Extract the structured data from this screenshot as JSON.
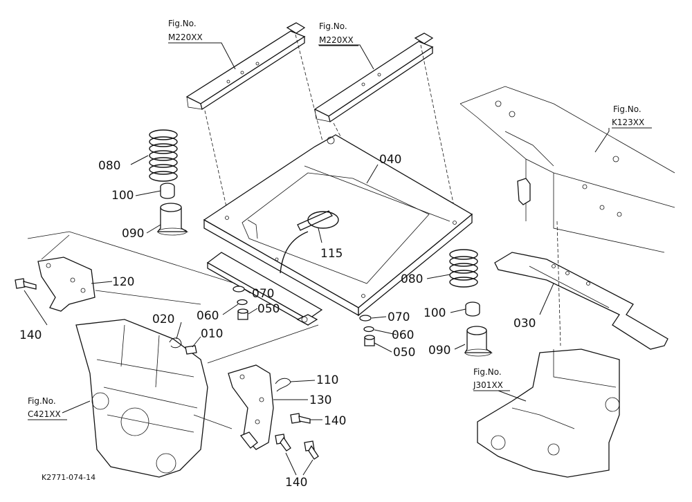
{
  "figure_refs": [
    {
      "label": "Fig.No.",
      "code": "M220XX"
    },
    {
      "label": "Fig.No.",
      "code": "M220XX"
    },
    {
      "label": "Fig.No.",
      "code": "K123XX"
    },
    {
      "label": "Fig.No.",
      "code": "C421XX"
    },
    {
      "label": "Fig.No.",
      "code": "J301XX"
    }
  ],
  "parts": [
    "080",
    "100",
    "090",
    "040",
    "115",
    "120",
    "140",
    "070",
    "060",
    "050",
    "020",
    "010",
    "070",
    "060",
    "050",
    "080",
    "100",
    "090",
    "030",
    "110",
    "130",
    "140",
    "140"
  ],
  "diagram_code": "K2771-074-14"
}
